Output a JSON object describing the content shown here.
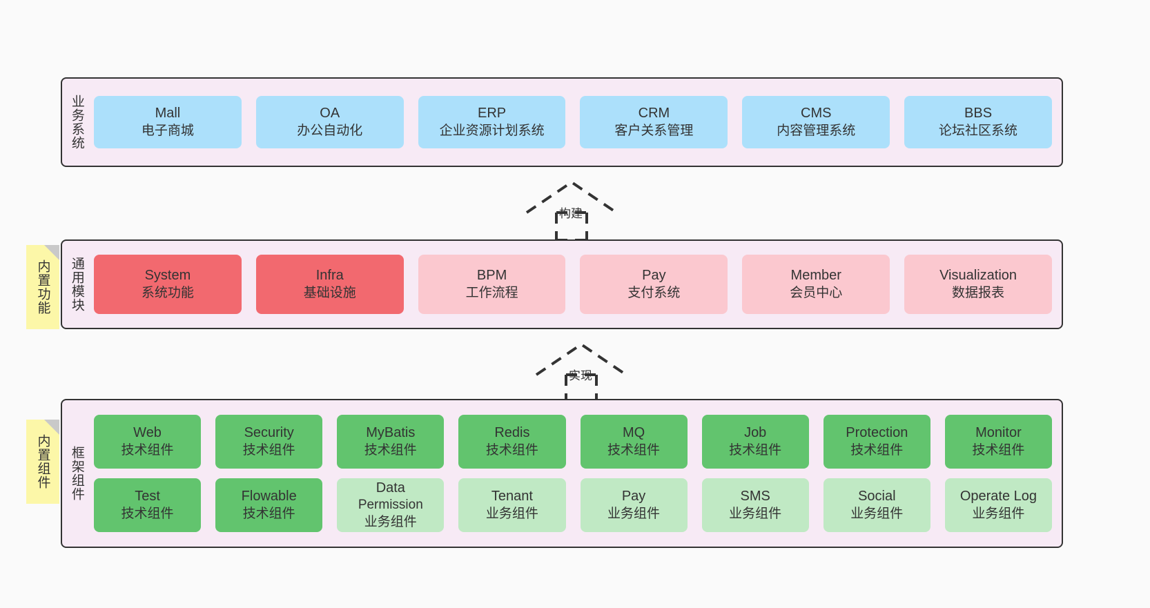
{
  "diagram": {
    "background": "#fafafa",
    "panel_bg": "#f7eaf5",
    "panel_border": "#333333",
    "colors": {
      "business": "#ace0fb",
      "module_core": "#f2696f",
      "module_optional": "#fbc8cf",
      "component_tech": "#62c46e",
      "component_business": "#c0e9c4",
      "note": "#fcf7a8",
      "note_fold": "#c9c9c9"
    }
  },
  "notes": [
    {
      "label": "内置功能"
    },
    {
      "label": "内置组件"
    }
  ],
  "connectors": [
    {
      "label": "构建",
      "style": "dashed-generalization"
    },
    {
      "label": "实现",
      "style": "dashed-generalization"
    }
  ],
  "layers": [
    {
      "title": "业务系统",
      "rows": [
        {
          "cards": [
            {
              "t1": "Mall",
              "t2": "电子商城"
            },
            {
              "t1": "OA",
              "t2": "办公自动化"
            },
            {
              "t1": "ERP",
              "t2": "企业资源计划系统"
            },
            {
              "t1": "CRM",
              "t2": "客户关系管理"
            },
            {
              "t1": "CMS",
              "t2": "内容管理系统"
            },
            {
              "t1": "BBS",
              "t2": "论坛社区系统"
            }
          ]
        }
      ]
    },
    {
      "title": "通用模块",
      "rows": [
        {
          "cards": [
            {
              "t1": "System",
              "t2": "系统功能"
            },
            {
              "t1": "Infra",
              "t2": "基础设施"
            },
            {
              "t1": "BPM",
              "t2": "工作流程"
            },
            {
              "t1": "Pay",
              "t2": "支付系统"
            },
            {
              "t1": "Member",
              "t2": "会员中心"
            },
            {
              "t1": "Visualization",
              "t2": "数据报表"
            }
          ]
        }
      ]
    },
    {
      "title": "框架组件",
      "rows": [
        {
          "cards": [
            {
              "t1": "Web",
              "t2": "技术组件"
            },
            {
              "t1": "Security",
              "t2": "技术组件"
            },
            {
              "t1": "MyBatis",
              "t2": "技术组件"
            },
            {
              "t1": "Redis",
              "t2": "技术组件"
            },
            {
              "t1": "MQ",
              "t2": "技术组件"
            },
            {
              "t1": "Job",
              "t2": "技术组件"
            },
            {
              "t1": "Protection",
              "t2": "技术组件"
            },
            {
              "t1": "Monitor",
              "t2": "技术组件"
            }
          ]
        },
        {
          "cards": [
            {
              "t1": "Test",
              "t2": "技术组件"
            },
            {
              "t1": "Flowable",
              "t2": "技术组件"
            },
            {
              "t1": "Data",
              "t2": "Permission",
              "t3": "业务组件"
            },
            {
              "t1": "Tenant",
              "t2": "业务组件"
            },
            {
              "t1": "Pay",
              "t2": "业务组件"
            },
            {
              "t1": "SMS",
              "t2": "业务组件"
            },
            {
              "t1": "Social",
              "t2": "业务组件"
            },
            {
              "t1": "Operate Log",
              "t2": "业务组件"
            }
          ]
        }
      ]
    }
  ]
}
